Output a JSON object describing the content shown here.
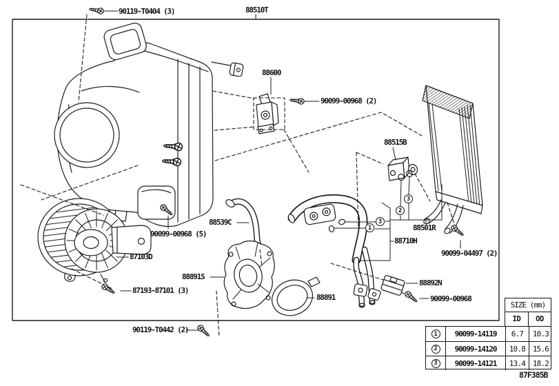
{
  "figure_code": "87F385B",
  "labels": {
    "screw_t0404": "90119-T0404 (3)",
    "unit_top": "88510T",
    "servo": "88600",
    "screw_00968_x2": "90099-00968 (2)",
    "valve": "88515B",
    "evaporator": "88501R",
    "screw_04497": "90099-04497 (2)",
    "pipe": "88710H",
    "hose": "88539C",
    "screw_00968_x5": "90099-00968 (5)",
    "blower_motor": "87103D",
    "screw_87193": "87193-87101 (3)",
    "plate": "88891S",
    "ring": "88891",
    "clamp": "88892N",
    "screw_00968": "90099-00968",
    "screw_t0442": "90119-T0442 (2)"
  },
  "markers": {
    "one": "1",
    "two": "2",
    "three": "3"
  },
  "size_table": {
    "title": "SIZE (mm)",
    "columns": {
      "id": "ID",
      "od": "OD"
    },
    "rows": [
      {
        "marker": "1",
        "part": "90099-14119",
        "id": "6.7",
        "od": "10.3"
      },
      {
        "marker": "2",
        "part": "90099-14120",
        "id": "10.8",
        "od": "15.6"
      },
      {
        "marker": "3",
        "part": "90099-14121",
        "id": "13.4",
        "od": "18.2"
      }
    ]
  }
}
